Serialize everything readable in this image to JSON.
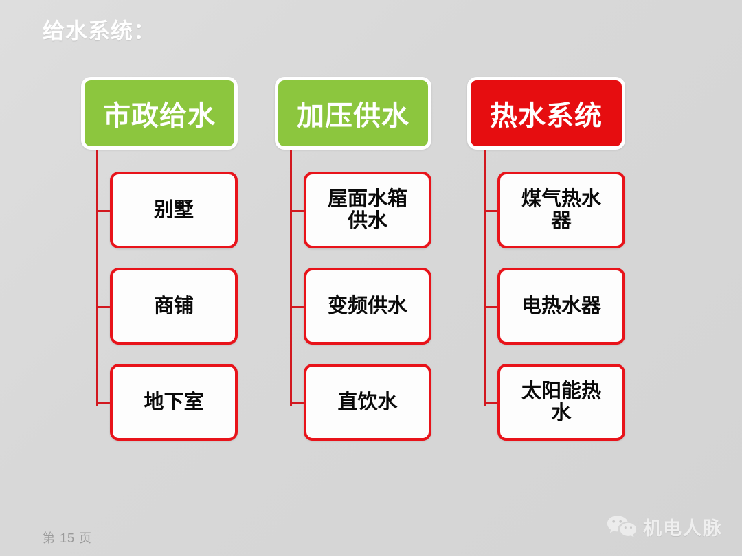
{
  "slide": {
    "title": "给水系统：",
    "page_number": "第 15 页",
    "background_color": "#d8d8d8"
  },
  "colors": {
    "header_green": "#8cc63e",
    "header_red": "#e60d10",
    "box_border_red": "#e8131a",
    "connector_red": "#d2181f",
    "box_fill": "#fdfdfd",
    "title_white": "#ffffff",
    "page_number_gray": "#9a9a9a"
  },
  "columns": [
    {
      "header": "市政给水",
      "header_style": "green",
      "items": [
        {
          "lines": [
            "别墅"
          ]
        },
        {
          "lines": [
            "商铺"
          ]
        },
        {
          "lines": [
            "地下室"
          ]
        }
      ]
    },
    {
      "header": "加压供水",
      "header_style": "green",
      "items": [
        {
          "lines": [
            "屋面水箱",
            "供水"
          ]
        },
        {
          "lines": [
            "变频供水"
          ]
        },
        {
          "lines": [
            "直饮水"
          ]
        }
      ]
    },
    {
      "header": "热水系统",
      "header_style": "red",
      "items": [
        {
          "lines": [
            "煤气热水",
            "器"
          ]
        },
        {
          "lines": [
            "电热水器"
          ]
        },
        {
          "lines": [
            "太阳能热",
            "水"
          ]
        }
      ]
    }
  ],
  "watermark": {
    "icon": "wechat-icon",
    "text": "机电人脉"
  }
}
